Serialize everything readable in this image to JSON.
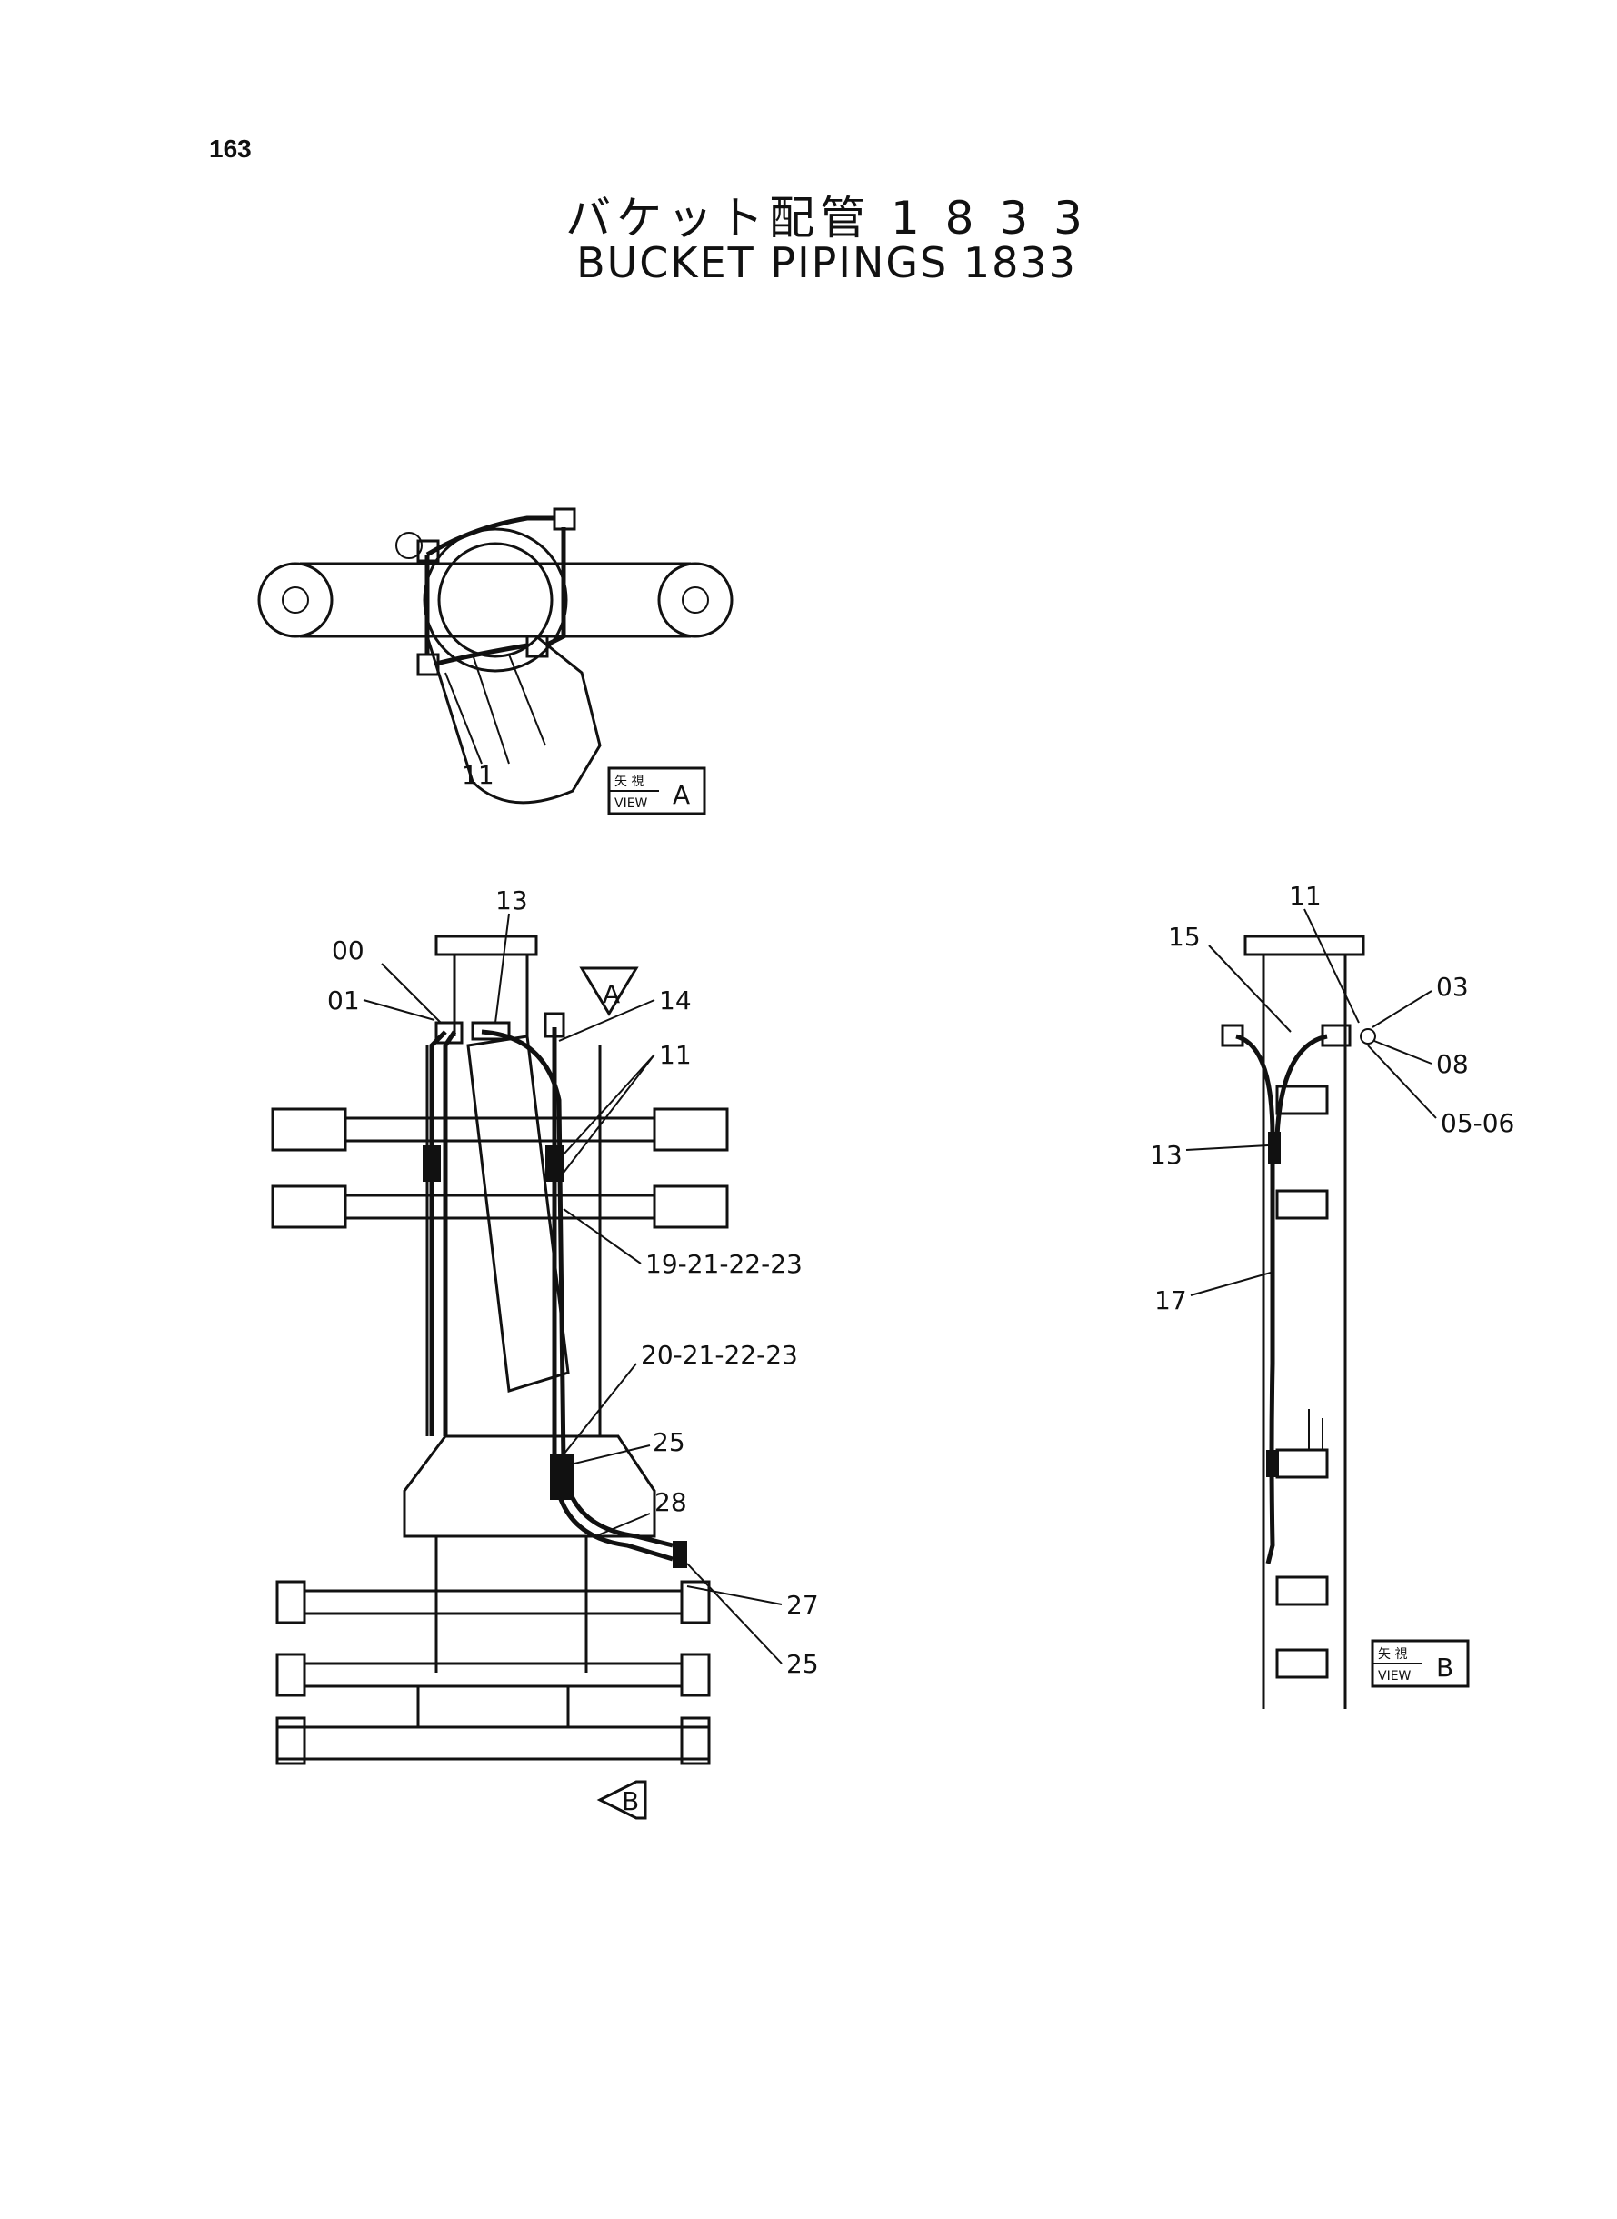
{
  "page_number": "163",
  "title_jp": "バケット配管 1 8 3 3",
  "title_en": "BUCKET PIPINGS 1833",
  "view_a": {
    "jp": "矢 視",
    "en": "VIEW",
    "letter": "A",
    "callouts": [
      "11"
    ]
  },
  "view_b": {
    "jp": "矢 視",
    "en": "VIEW",
    "letter": "B"
  },
  "arrow_a": "A",
  "arrow_b": "B",
  "main_callouts": {
    "c00": "00",
    "c01": "01",
    "c13": "13",
    "c14": "14",
    "c11": "11",
    "c19": "19-21-22-23",
    "c20": "20-21-22-23",
    "c25a": "25",
    "c28": "28",
    "c27": "27",
    "c25b": "25"
  },
  "side_callouts": {
    "c11": "11",
    "c15": "15",
    "c03": "03",
    "c08": "08",
    "c0506": "05-06",
    "c13": "13",
    "c17": "17"
  }
}
